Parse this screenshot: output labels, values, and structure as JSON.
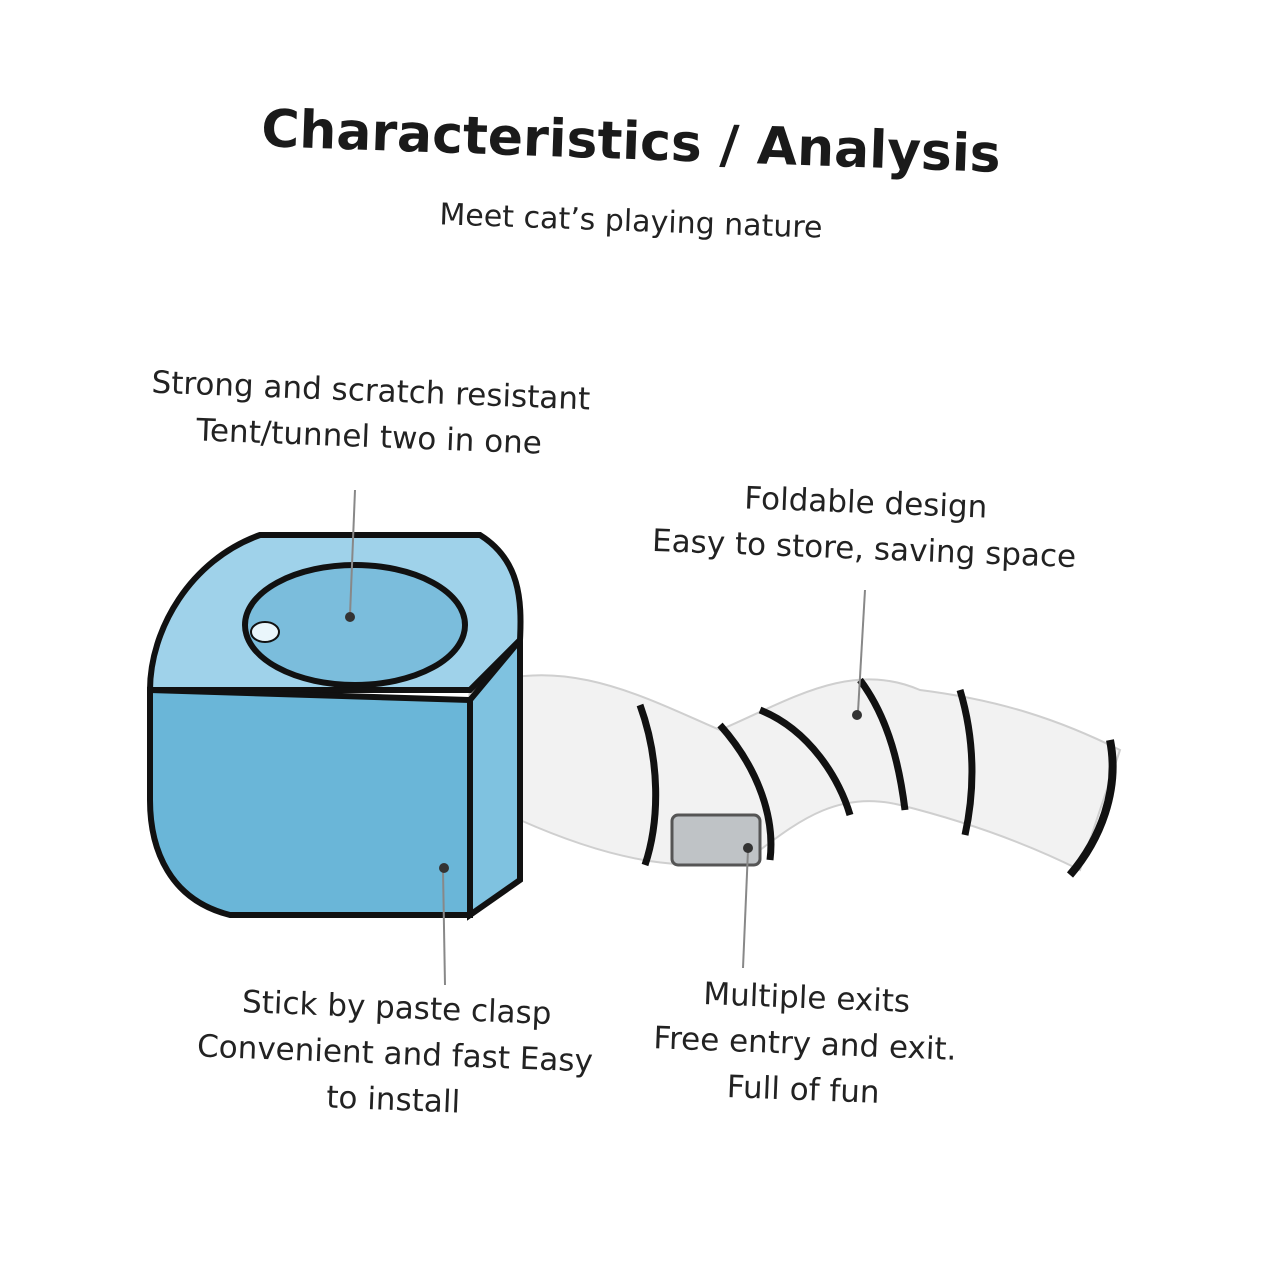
{
  "header": {
    "title": "Characteristics / Analysis",
    "subtitle": "Meet cat’s playing nature"
  },
  "callouts": {
    "scratch": [
      "Strong and scratch resistant",
      "Tent/tunnel two in one"
    ],
    "foldable": [
      "Foldable design",
      "Easy to store, saving space"
    ],
    "clasp": [
      "Stick by paste clasp",
      "Convenient and fast Easy",
      "to install"
    ],
    "exits": [
      "Multiple exits",
      "Free entry and exit.",
      "Full of fun"
    ]
  },
  "colors": {
    "tent_blue": "#6ab6d8",
    "tent_blue_light": "#9fd2ea",
    "tunnel_white": "#f2f2f2",
    "trim_black": "#111111"
  }
}
